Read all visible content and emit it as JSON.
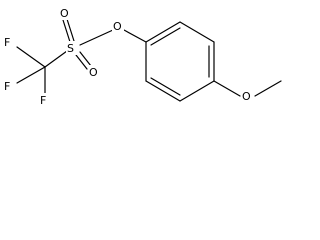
{
  "diagram": {
    "type": "chemical-structure",
    "atoms": {
      "f1": "F",
      "f2": "F",
      "f3": "F",
      "s": "S",
      "o_sulfonyl_top": "O",
      "o_sulfonyl_bottom": "O",
      "o_ester": "O",
      "o_methoxy": "O"
    }
  }
}
